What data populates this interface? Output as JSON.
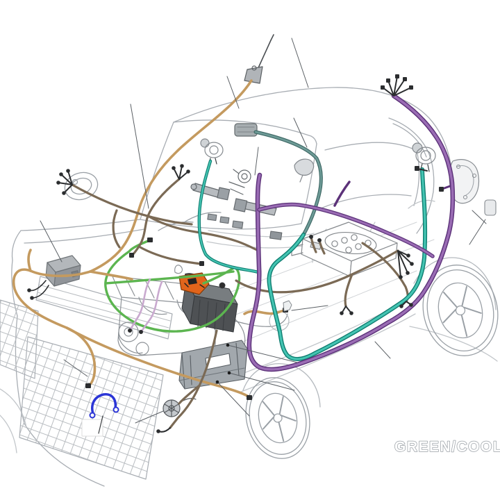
{
  "caption": {
    "text": "GREEN/COOL"
  },
  "colors": {
    "tan": "#c49a5f",
    "brown": "#7b6a55",
    "green": "#5cb550",
    "teal": "#44c4b2",
    "teal_slate": "#6d9a96",
    "purple": "#9a6cb4",
    "lavender": "#c9a9cf",
    "blue": "#2b35d6",
    "orange": "#e2641b",
    "caption_outline": "#9aa0a6"
  },
  "components": [
    "antenna",
    "antenna-cable",
    "roof-module",
    "front-speaker",
    "rear-speaker",
    "steering-column-stalks",
    "ignition-switch",
    "ecu-box",
    "engine",
    "engine-battery",
    "battery-connector",
    "underseat-battery",
    "mounting-plate",
    "horn",
    "front-grille",
    "headlight",
    "front-wheel",
    "rear-wheel",
    "rear-lamp-cluster",
    "door-mirror",
    "ground-wire",
    "label-box"
  ]
}
